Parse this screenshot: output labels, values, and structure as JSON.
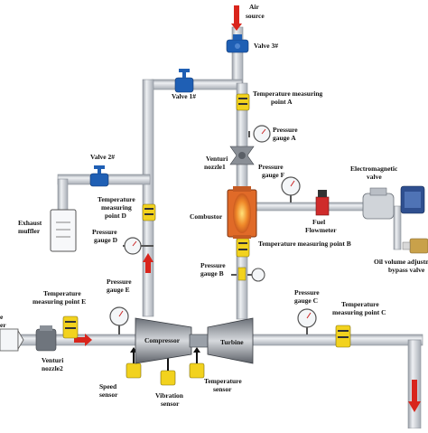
{
  "labels": {
    "air_source_1": "Air",
    "air_source_2": "source",
    "valve3": "Valve 3#",
    "valve1": "Valve 1#",
    "valve2": "Valve 2#",
    "temp_a_1": "Temperature measuring",
    "temp_a_2": "point A",
    "pg_a_1": "Pressure",
    "pg_a_2": "gauge A",
    "venturi1_1": "Venturi",
    "venturi1_2": "nozzle1",
    "pg_f_1": "Pressure",
    "pg_f_2": "gauge F",
    "em_valve_1": "Electromagnetic",
    "em_valve_2": "valve",
    "temp_d_1": "Temperature",
    "temp_d_2": "measuring",
    "temp_d_3": "point D",
    "exhaust_1": "Exhaust",
    "exhaust_2": "muffler",
    "combustor": "Combustor",
    "fuel_1": "Fuel",
    "fuel_2": "Flowmeter",
    "pg_d_1": "Pressure",
    "pg_d_2": "gauge D",
    "temp_b": "Temperature measuring point B",
    "oil_1": "Oil volume adjustm",
    "oil_2": "bypass valve",
    "temp_e_1": "Temperature",
    "temp_e_2": "measuring point E",
    "pg_e_1": "Pressure",
    "pg_e_2": "gauge E",
    "pg_b_1": "Pressure",
    "pg_b_2": "gauge B",
    "pg_c_1": "Pressure",
    "pg_c_2": "gauge C",
    "temp_c_1": "Temperature",
    "temp_c_2": "measuring point C",
    "left_edge_1": "e",
    "left_edge_2": "er",
    "compressor": "Compressor",
    "turbine": "Turbine",
    "venturi2_1": "Venturi",
    "venturi2_2": "nozzle2",
    "speed_1": "Speed",
    "speed_2": "sensor",
    "vib_1": "Vibration",
    "vib_2": "sensor",
    "ts_1": "Temperature",
    "ts_2": "sensor"
  },
  "colors": {
    "pipe": "#d9dde2",
    "pipe_edge": "#8a9098",
    "valve_blue": "#1f5fb4",
    "sensor_yellow": "#f2d21e",
    "flow_red": "#d9251c",
    "combustor_orange": "#e06a28"
  }
}
